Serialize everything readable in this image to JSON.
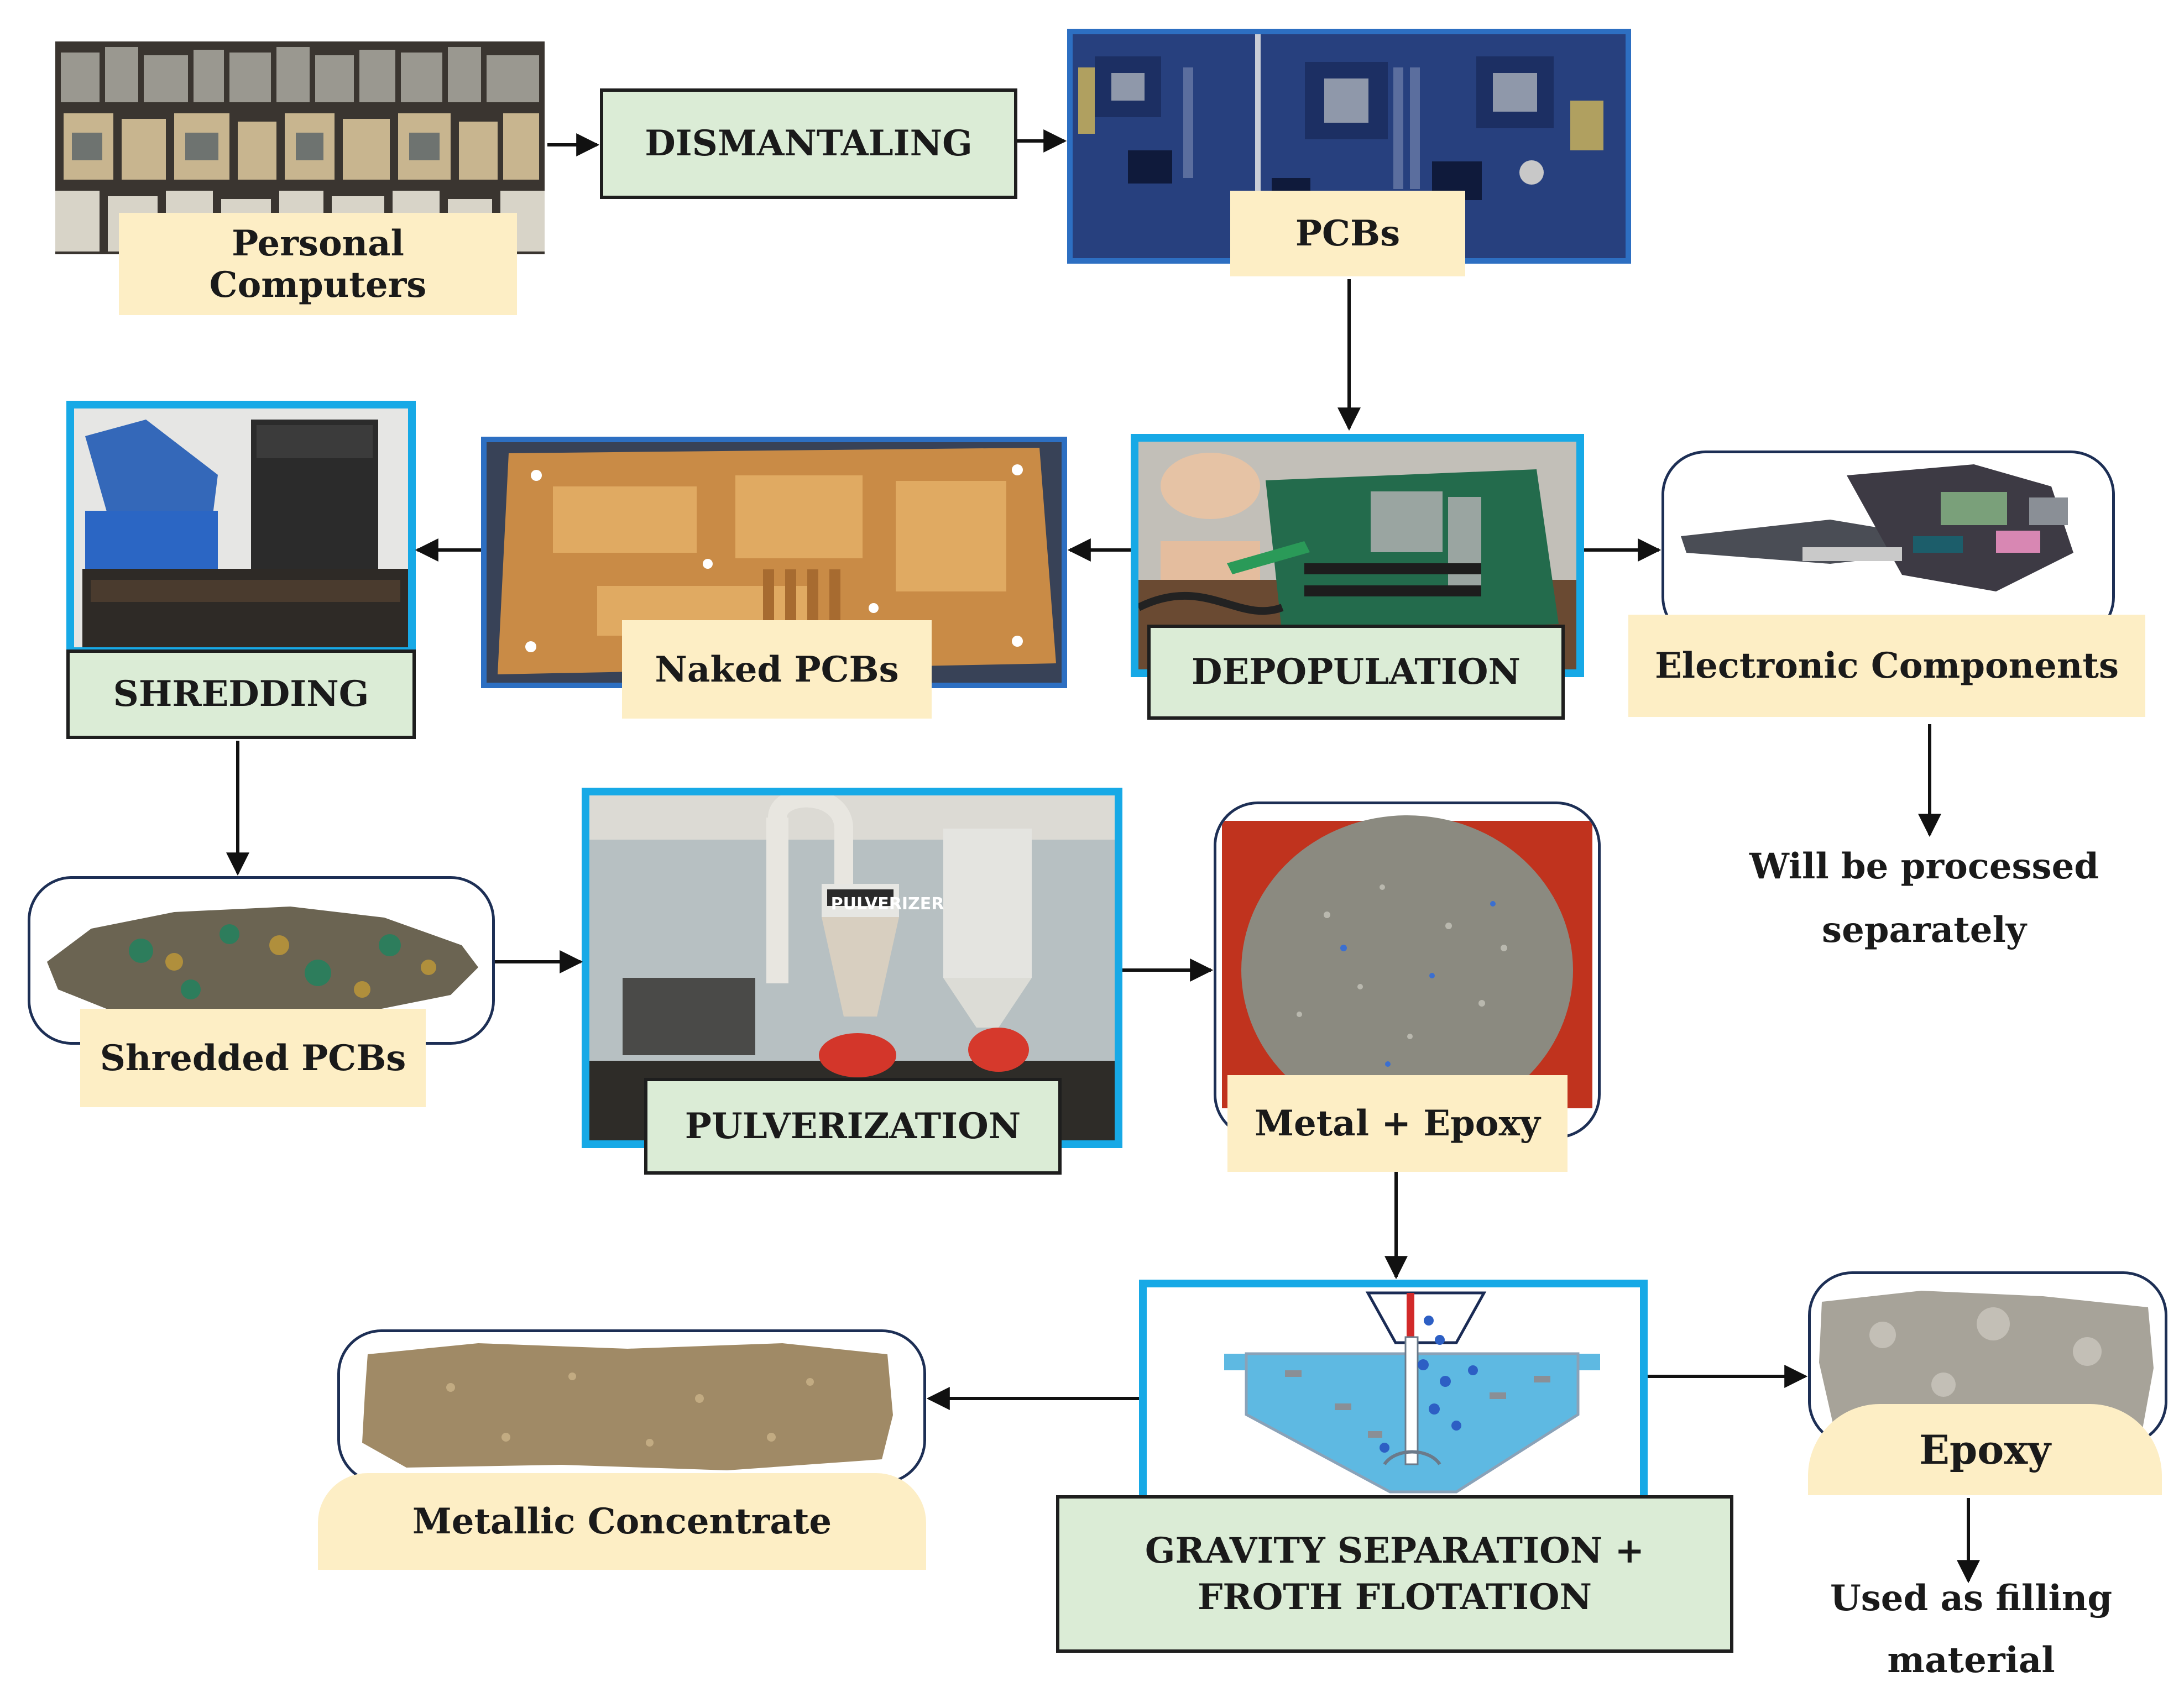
{
  "nodes": {
    "personal_computers": "Personal Computers",
    "dismantaling": "DISMANTALING",
    "pcbs": "PCBs",
    "depopulation": "DEPOPULATION",
    "naked_pcbs": "Naked PCBs",
    "shredding": "SHREDDING",
    "electronic_components": "Electronic Components",
    "processed_separately_1": "Will be processed",
    "processed_separately_2": "separately",
    "shredded_pcbs": "Shredded PCBs",
    "pulverization": "PULVERIZATION",
    "pulverizer_sign": "PULVERIZER",
    "metal_epoxy": "Metal + Epoxy",
    "gravity_1": "GRAVITY SEPARATION +",
    "gravity_2": "FROTH FLOTATION",
    "metallic_concentrate": "Metallic Concentrate",
    "epoxy": "Epoxy",
    "filling_1": "Used as filling",
    "filling_2": "material"
  },
  "colors": {
    "process_box": "#dbecd6",
    "label_box": "#fdeec5",
    "blue_frame": "#2d6fc2",
    "cyan_frame": "#17a9e6",
    "round_frame": "#1d2f55"
  }
}
